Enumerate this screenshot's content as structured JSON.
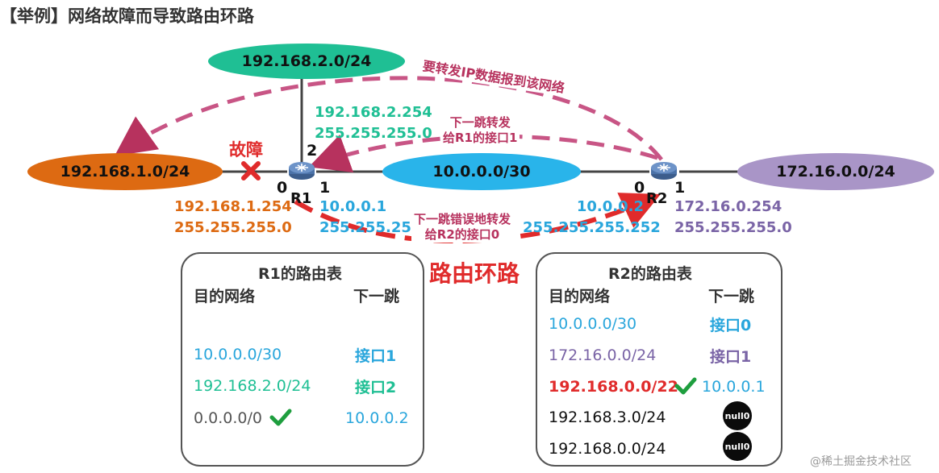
{
  "title": "【举例】网络故障而导致路由环路",
  "networks": {
    "top": "192.168.2.0/24",
    "left": "192.168.1.0/24",
    "middle": "10.0.0.0/30",
    "right": "172.16.0.0/24"
  },
  "routers": {
    "r1": "R1",
    "r2": "R2"
  },
  "ports": {
    "r1_0": "0",
    "r1_1": "1",
    "r1_2": "2",
    "r2_0": "0",
    "r2_1": "1"
  },
  "labels": {
    "r1_p2": [
      "192.168.2.254",
      "255.255.255.0"
    ],
    "r1_p0": [
      "192.168.1.254",
      "255.255.255.0"
    ],
    "r1_p1": [
      "10.0.0.1",
      "255.255.255.252"
    ],
    "r2_p0": [
      "10.0.0.2",
      "255.255.255.252"
    ],
    "r2_p1": [
      "172.16.0.254",
      "255.255.255.0"
    ]
  },
  "annotations": {
    "forward_ip": "要转发IP数据报到该网络",
    "next_hop_r1": [
      "下一跳转发",
      "给R1的接口1"
    ],
    "next_hop_r2": [
      "下一跳错误地转发",
      "给R2的接口0"
    ],
    "fault": "故障",
    "loop": "路由环路"
  },
  "r1_table": {
    "title": "R1的路由表",
    "headers": [
      "目的网络",
      "下一跳"
    ],
    "rows": [
      {
        "dest": "10.0.0.0/30",
        "next": "接口1"
      },
      {
        "dest": "192.168.2.0/24",
        "next": "接口2"
      },
      {
        "dest": "0.0.0.0/0",
        "next": "10.0.0.2"
      }
    ]
  },
  "r2_table": {
    "title": "R2的路由表",
    "headers": [
      "目的网络",
      "下一跳"
    ],
    "rows": [
      {
        "dest": "10.0.0.0/30",
        "next": "接口0"
      },
      {
        "dest": "172.16.0.0/24",
        "next": "接口1"
      },
      {
        "dest": "192.168.0.0/22",
        "next": "10.0.0.1"
      },
      {
        "dest": "192.168.3.0/24",
        "next": "null0"
      },
      {
        "dest": "192.168.0.0/24",
        "next": "null0"
      }
    ]
  },
  "watermark": "@稀土掘金技术社区",
  "colors": {
    "teal": "#1fbf94",
    "orange": "#dd6a12",
    "blue": "#29a6dc",
    "purple": "#7a64a6",
    "red": "#e02b2b",
    "green": "#1e9e3e",
    "magenta": "#b7325e"
  }
}
